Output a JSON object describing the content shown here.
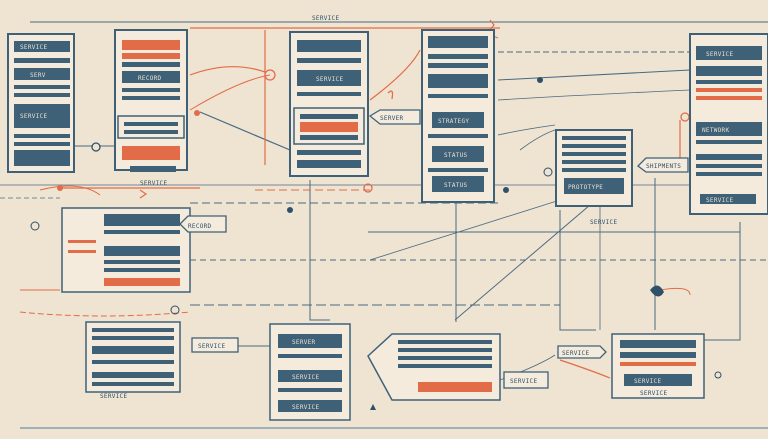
{
  "colors": {
    "background": "#efe4d2",
    "ink": "#3f6178",
    "ink_dark": "#2f5069",
    "accent": "#e26c47",
    "panel": "#f4ebdd",
    "line": "#4a6a80"
  },
  "labels": {
    "l1": "SERVICE",
    "l2": "SERV",
    "l3": "SERVICE",
    "l4": "RECORD",
    "l5": "SERVICE",
    "l6": "SERVER",
    "l7": "STRATEGY",
    "l8": "STATUS",
    "l9": "STATUS",
    "l10": "PROTOTYPE",
    "l11": "SHIPMENTS",
    "l12": "SERVICE",
    "l13": "NETWORK",
    "l14": "SERVICE",
    "l15": "RECORD",
    "l16": "SERVICE",
    "l17": "SERVICE",
    "l18": "SERVER",
    "l19": "SERVICE",
    "l20": "SERVICE",
    "l21": "SERVICE",
    "l22": "SERVICE",
    "l23": "SERVICE",
    "l24": "SERVICE",
    "l25": "SERVICE",
    "l26": "SERVICE",
    "l27": "SERVICE"
  },
  "icons": {
    "node": "node-circle-icon",
    "hook": "hook-arrow-icon",
    "pin": "pin-icon"
  }
}
